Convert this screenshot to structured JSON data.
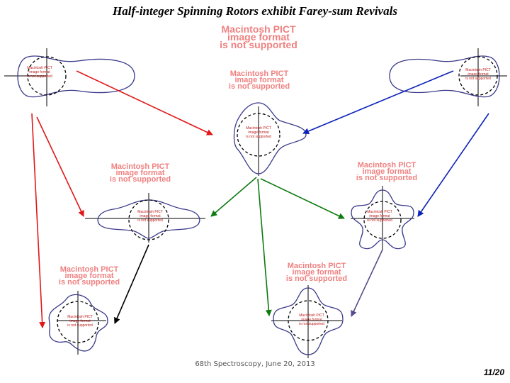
{
  "slide": {
    "title": "Half-integer Spinning Rotors exhibit Farey-sum Revivals",
    "footer": "68th Spectroscopy, June 20, 2013",
    "page_number": "11/20"
  },
  "placeholder_large": {
    "line1": "Macintosh PICT",
    "line2": "image format",
    "line3": "is not supported"
  },
  "placeholder_small": {
    "line1": "Macintosh PICT",
    "line2": "image format",
    "line3": "is not supported"
  },
  "colors": {
    "arrow_red": "#e01818",
    "arrow_blue": "#0c22b8",
    "arrow_green": "#0e7a10",
    "arrow_black": "#000000",
    "arrow_purple": "#5a4a8a",
    "rotor_outline": "#3a3a8a",
    "placeholder_large_text": "#f08080",
    "placeholder_small_text": "#c02020"
  }
}
